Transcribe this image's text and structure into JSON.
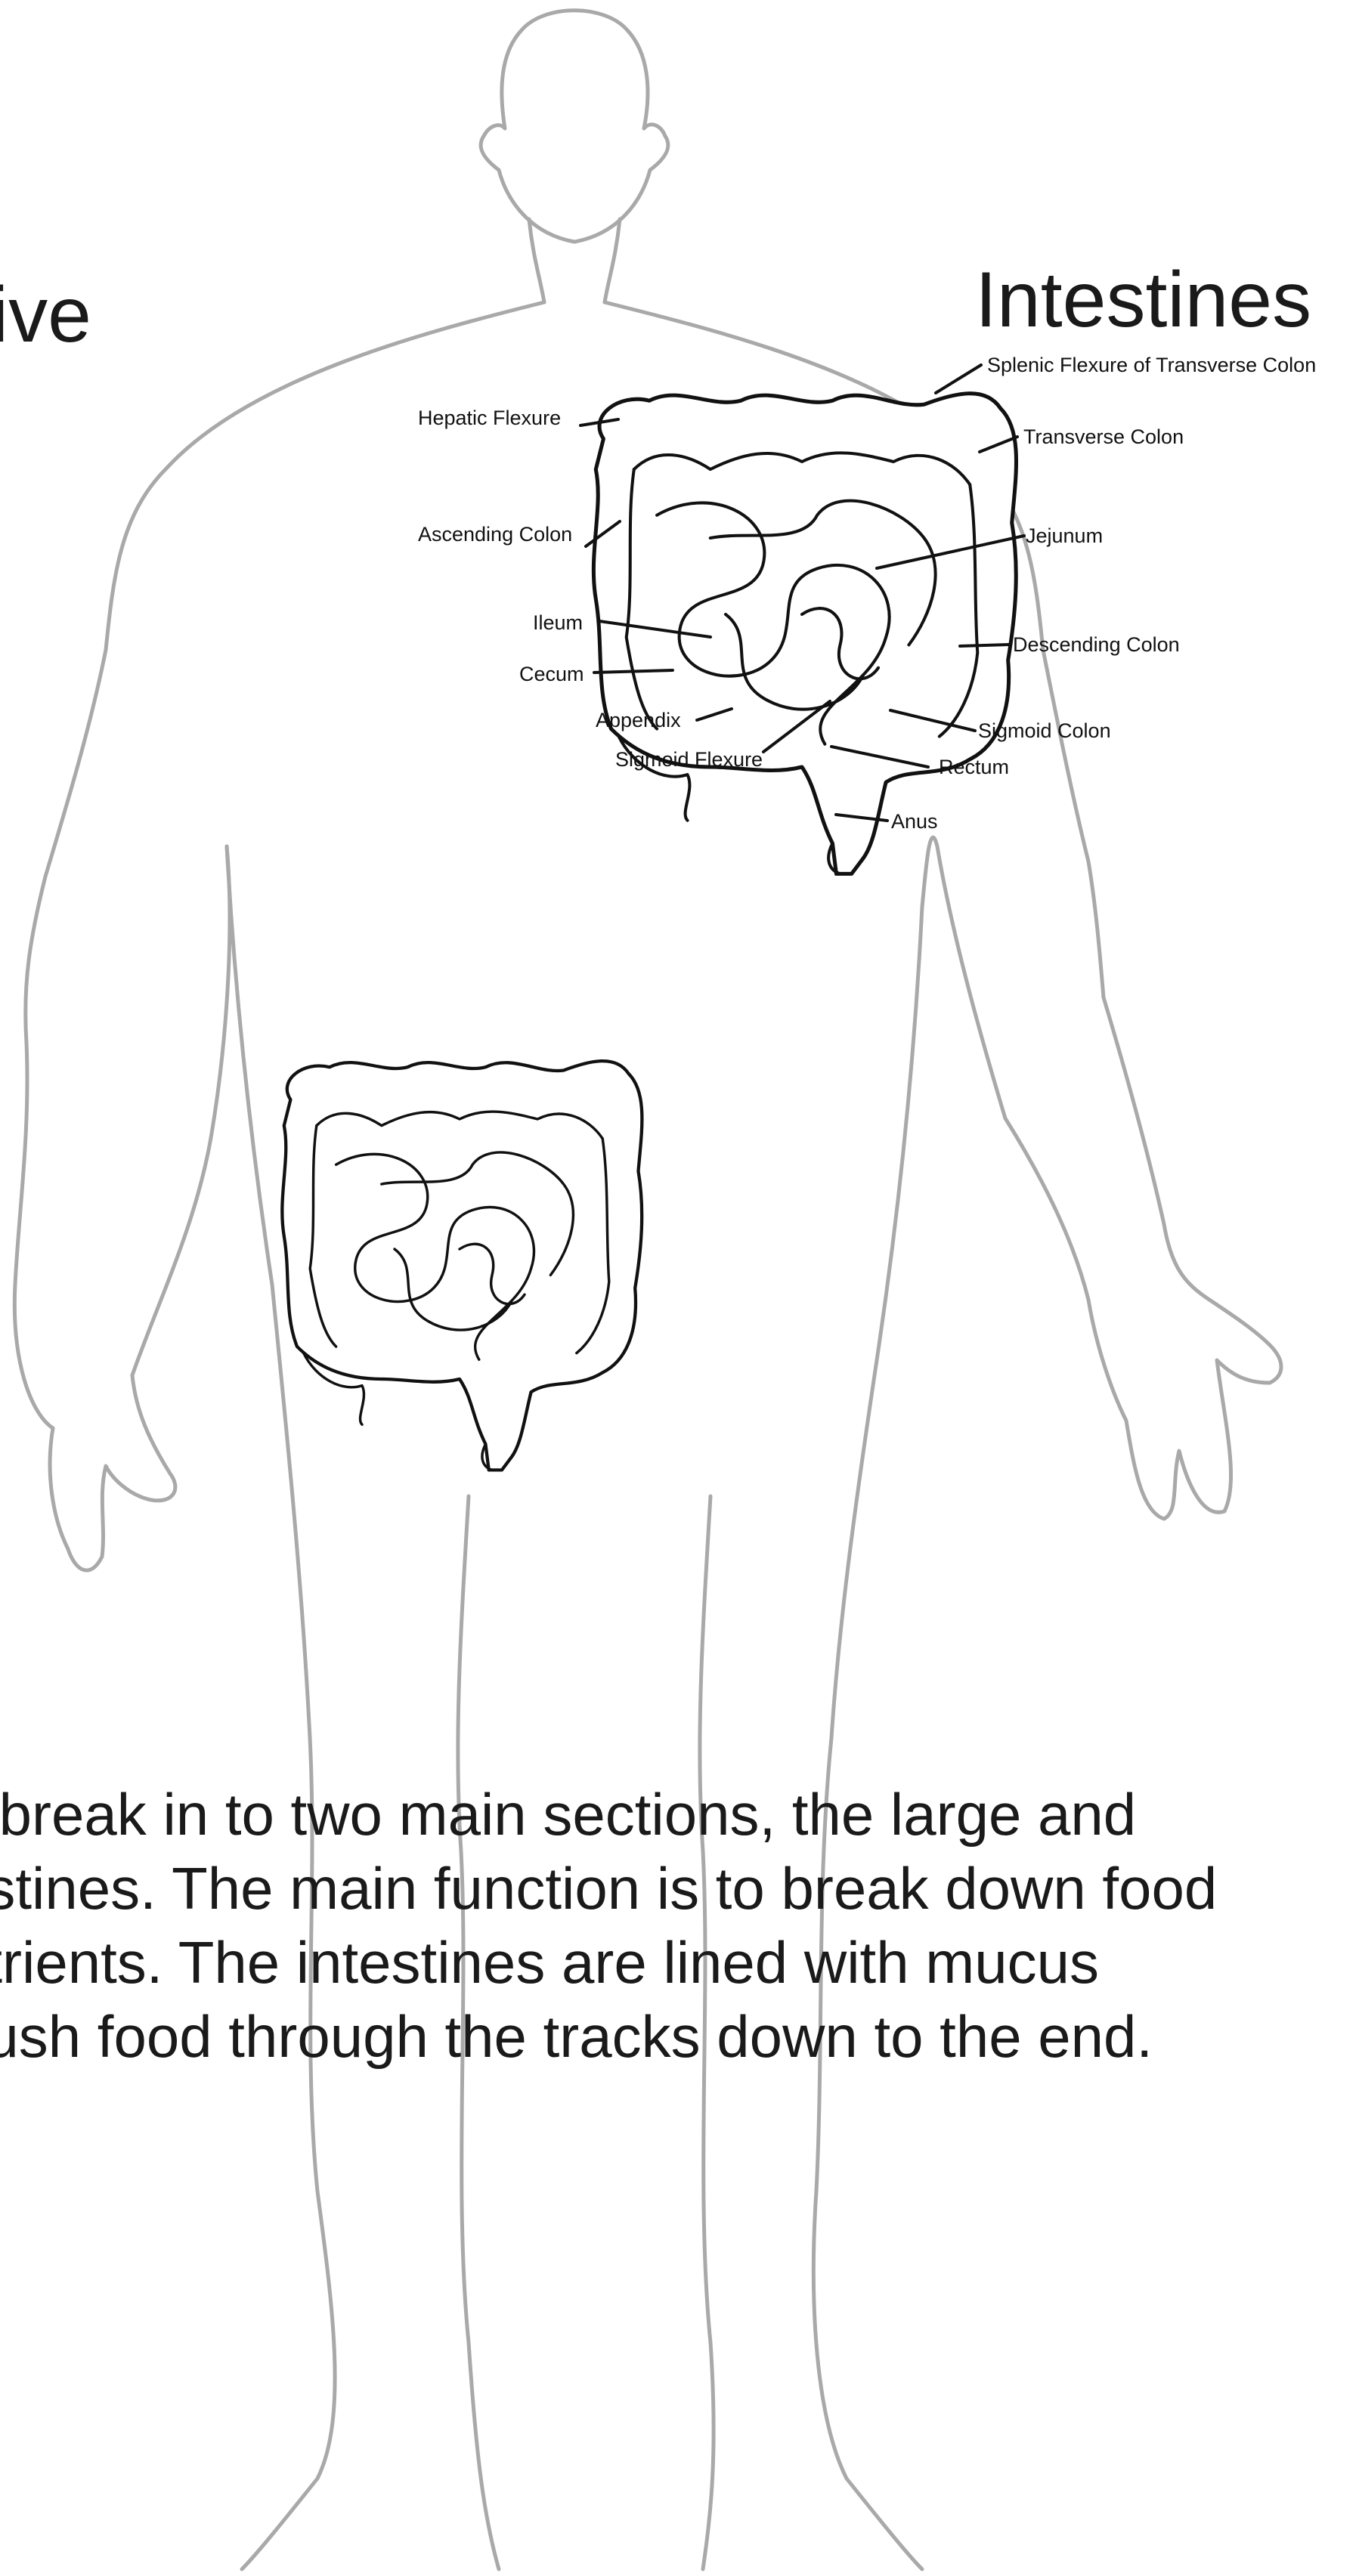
{
  "headings": {
    "left_fragment": "ive",
    "right": "Intestines"
  },
  "labels": {
    "splenic_flexure": "Splenic Flexure of Transverse Colon",
    "hepatic_flexure": "Hepatic Flexure",
    "transverse_colon": "Transverse Colon",
    "ascending_colon": "Ascending Colon",
    "jejunum": "Jejunum",
    "ileum": "Ileum",
    "descending_colon": "Descending Colon",
    "cecum": "Cecum",
    "appendix": "Appendix",
    "sigmoid_colon": "Sigmoid Colon",
    "sigmoid_flexure": "Sigmoid Flexure",
    "rectum": "Rectum",
    "anus": "Anus"
  },
  "caption": {
    "lines": [
      "s break in to two main sections, the large and",
      "estines. The main function is to break down food",
      "utrients. The intestines are lined with mucus",
      "push food through the tracks down to the end."
    ]
  },
  "colors": {
    "body_outline": "#a9a9a9",
    "organ_stroke": "#111111",
    "text": "#1a1a1a"
  }
}
